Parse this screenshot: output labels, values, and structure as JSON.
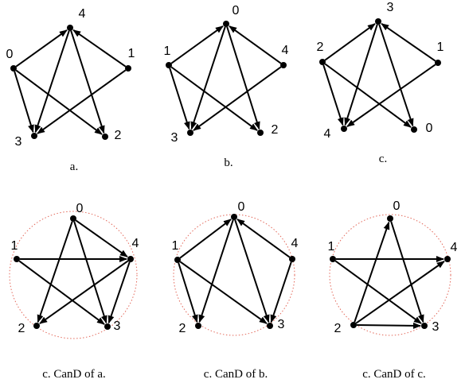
{
  "graphs": [
    {
      "caption": "a.",
      "nodes": [
        {
          "id": "4",
          "label": "4"
        },
        {
          "id": "0",
          "label": "0"
        },
        {
          "id": "1",
          "label": "1"
        },
        {
          "id": "3",
          "label": "3"
        },
        {
          "id": "2",
          "label": "2"
        }
      ],
      "edges": [
        [
          "0",
          "4"
        ],
        [
          "1",
          "4"
        ],
        [
          "0",
          "3"
        ],
        [
          "0",
          "2"
        ],
        [
          "4",
          "3"
        ],
        [
          "4",
          "2"
        ],
        [
          "1",
          "3"
        ]
      ]
    },
    {
      "caption": "b.",
      "nodes": [
        {
          "id": "0",
          "label": "0"
        },
        {
          "id": "1",
          "label": "1"
        },
        {
          "id": "4",
          "label": "4"
        },
        {
          "id": "3",
          "label": "3"
        },
        {
          "id": "2",
          "label": "2"
        }
      ],
      "edges": [
        [
          "1",
          "0"
        ],
        [
          "4",
          "0"
        ],
        [
          "1",
          "3"
        ],
        [
          "1",
          "2"
        ],
        [
          "0",
          "3"
        ],
        [
          "0",
          "2"
        ],
        [
          "4",
          "3"
        ]
      ]
    },
    {
      "caption": "c.",
      "nodes": [
        {
          "id": "3",
          "label": "3"
        },
        {
          "id": "2",
          "label": "2"
        },
        {
          "id": "1",
          "label": "1"
        },
        {
          "id": "4",
          "label": "4"
        },
        {
          "id": "0",
          "label": "0"
        }
      ],
      "edges": [
        [
          "2",
          "3"
        ],
        [
          "1",
          "3"
        ],
        [
          "2",
          "4"
        ],
        [
          "2",
          "0"
        ],
        [
          "3",
          "4"
        ],
        [
          "3",
          "0"
        ],
        [
          "1",
          "4"
        ]
      ]
    },
    {
      "caption": "c. CanD of a.",
      "nodes": [
        {
          "id": "0",
          "label": "0"
        },
        {
          "id": "1",
          "label": "1"
        },
        {
          "id": "4",
          "label": "4"
        },
        {
          "id": "2",
          "label": "2"
        },
        {
          "id": "3",
          "label": "3"
        }
      ],
      "edges": [
        [
          "0",
          "4"
        ],
        [
          "0",
          "3"
        ],
        [
          "0",
          "2"
        ],
        [
          "1",
          "4"
        ],
        [
          "1",
          "3"
        ],
        [
          "4",
          "3"
        ],
        [
          "4",
          "2"
        ]
      ]
    },
    {
      "caption": "c. CanD of b.",
      "nodes": [
        {
          "id": "0",
          "label": "0"
        },
        {
          "id": "1",
          "label": "1"
        },
        {
          "id": "4",
          "label": "4"
        },
        {
          "id": "2",
          "label": "2"
        },
        {
          "id": "3",
          "label": "3"
        }
      ],
      "edges": [
        [
          "1",
          "0"
        ],
        [
          "4",
          "0"
        ],
        [
          "1",
          "2"
        ],
        [
          "1",
          "3"
        ],
        [
          "0",
          "2"
        ],
        [
          "0",
          "3"
        ],
        [
          "4",
          "3"
        ]
      ]
    },
    {
      "caption": "c. CanD of c.",
      "nodes": [
        {
          "id": "0",
          "label": "0"
        },
        {
          "id": "1",
          "label": "1"
        },
        {
          "id": "4",
          "label": "4"
        },
        {
          "id": "2",
          "label": "2"
        },
        {
          "id": "3",
          "label": "3"
        }
      ],
      "edges": [
        [
          "2",
          "0"
        ],
        [
          "0",
          "3"
        ],
        [
          "2",
          "4"
        ],
        [
          "2",
          "3"
        ],
        [
          "1",
          "4"
        ],
        [
          "1",
          "3"
        ]
      ]
    }
  ]
}
